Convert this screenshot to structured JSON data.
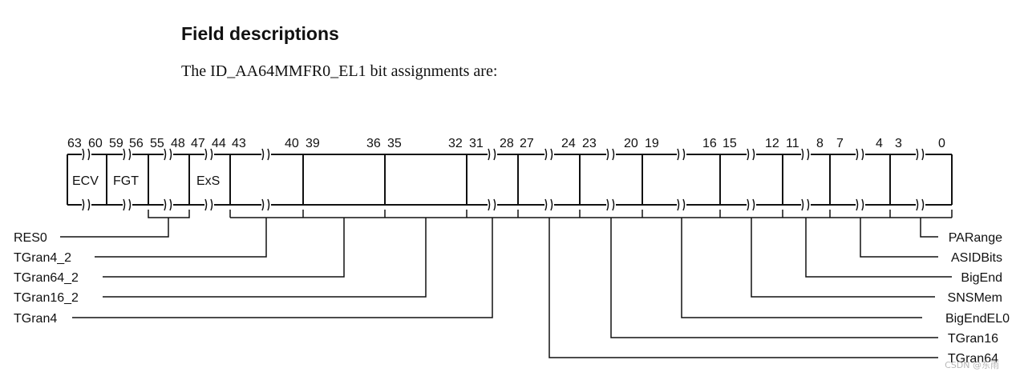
{
  "heading": "Field descriptions",
  "intro": "The ID_AA64MMFR0_EL1 bit assignments are:",
  "register": {
    "bit_numbers": [
      "63",
      "60",
      "59",
      "56",
      "55",
      "48",
      "47",
      "44",
      "43",
      "40",
      "39",
      "36",
      "35",
      "32",
      "31",
      "28",
      "27",
      "24",
      "23",
      "20",
      "19",
      "16",
      "15",
      "12",
      "11",
      "8",
      "7",
      "4",
      "3",
      "0"
    ],
    "fields_in_box": [
      "ECV",
      "FGT",
      "ExS"
    ],
    "left_labels": [
      "RES0",
      "TGran4_2",
      "TGran64_2",
      "TGran16_2",
      "TGran4"
    ],
    "right_labels": [
      "PARange",
      "ASIDBits",
      "BigEnd",
      "SNSMem",
      "BigEndEL0",
      "TGran16",
      "TGran64"
    ]
  },
  "watermark": "CSDN @东雨"
}
